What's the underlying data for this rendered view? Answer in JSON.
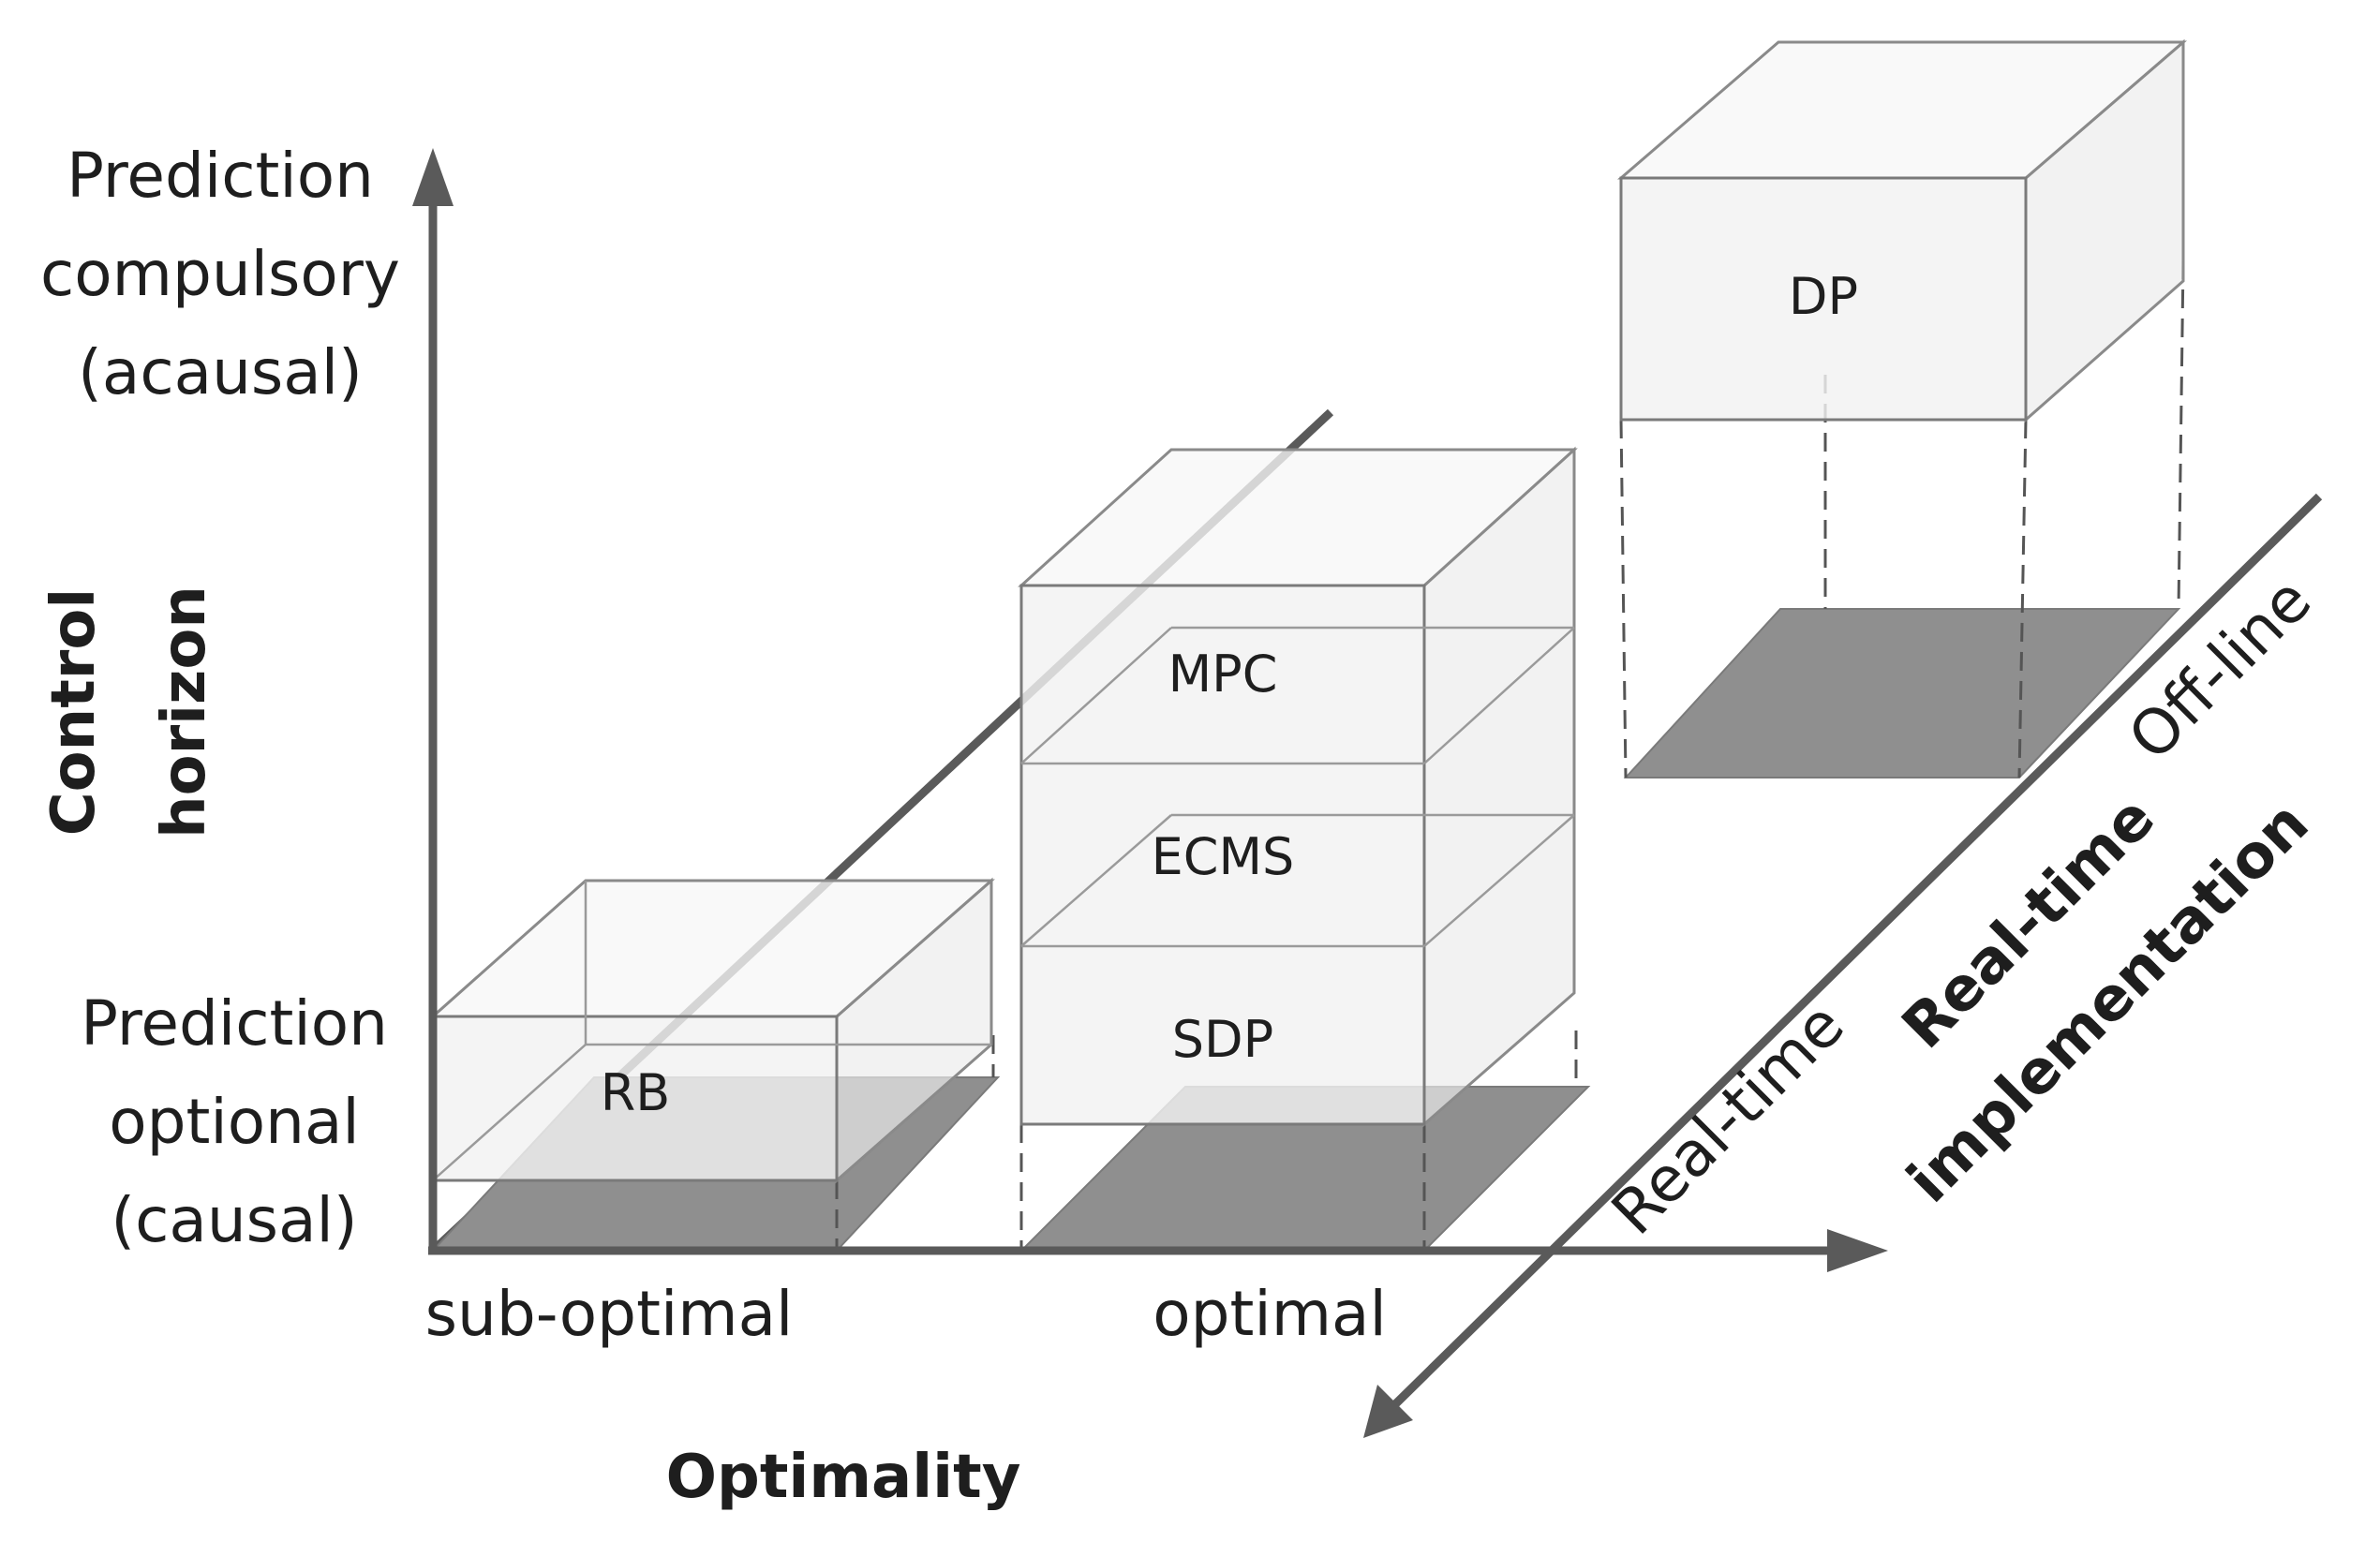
{
  "y_axis": {
    "label_line1": "Control",
    "label_line2": "horizon",
    "top_line1": "Prediction",
    "top_line2": "compulsory",
    "top_line3": "(acausal)",
    "bottom_line1": "Prediction",
    "bottom_line2": "optional",
    "bottom_line3": "(causal)"
  },
  "x_axis": {
    "label": "Optimality",
    "tick_left": "sub-optimal",
    "tick_right": "optimal"
  },
  "z_axis": {
    "label_line1": "Real-time",
    "label_line2": "implementation",
    "tick_near": "Real-time",
    "tick_far": "Off-line"
  },
  "boxes": {
    "rb": "RB",
    "mpc": "MPC",
    "ecms": "ECMS",
    "sdp": "SDP",
    "dp": "DP"
  },
  "colors": {
    "axis": "#5a5a5a",
    "shadow": "#8f8f8f",
    "box_face": "#f1f1f1"
  }
}
